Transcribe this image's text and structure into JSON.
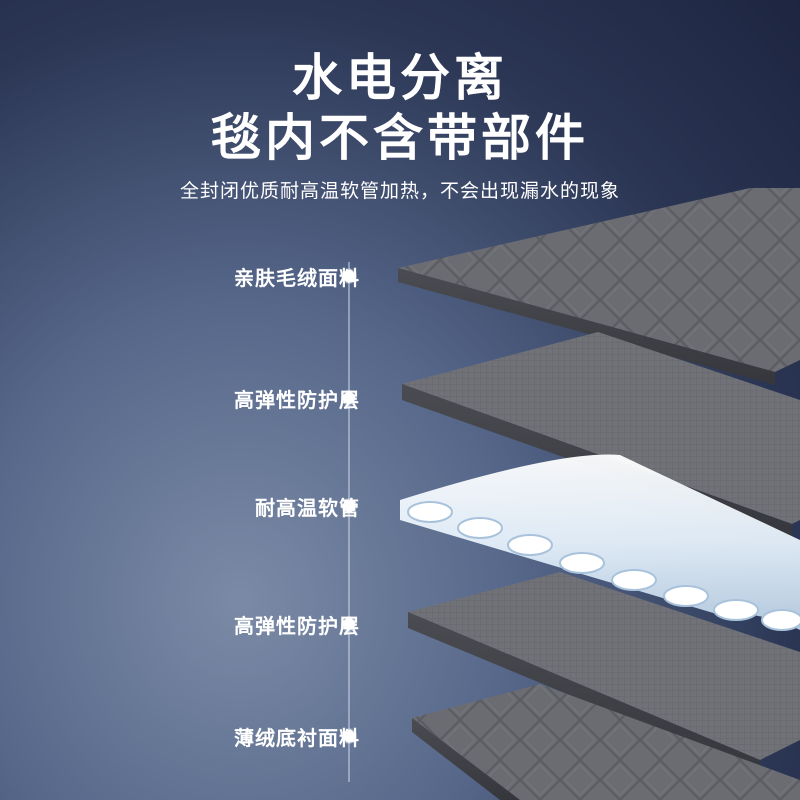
{
  "headline": {
    "line1": "水电分离",
    "line2": "毯内不含带部件"
  },
  "subtitle": "全封闭优质耐高温软管加热，不会出现漏水的现象",
  "layers": [
    {
      "label": "亲肤毛绒面料"
    },
    {
      "label": "高弹性防护层"
    },
    {
      "label": "耐高温软管"
    },
    {
      "label": "高弹性防护层"
    },
    {
      "label": "薄绒底衬面料"
    }
  ],
  "colors": {
    "background_dark": "#1d2540",
    "background_light": "#7b8ba6",
    "fabric_gray": "#6e7076",
    "tube_white": "#e8f2fb"
  }
}
